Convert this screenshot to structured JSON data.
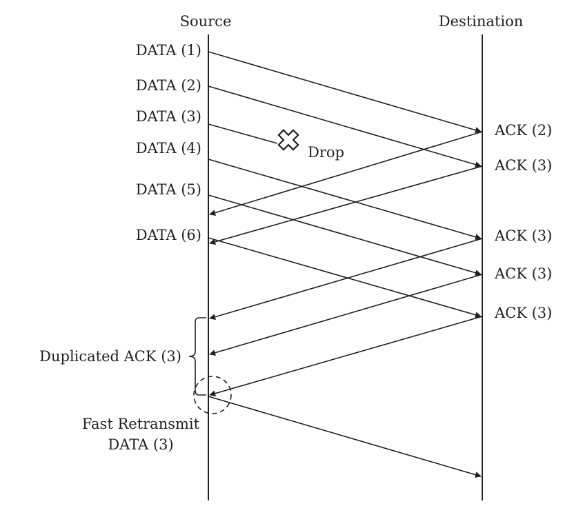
{
  "headers": {
    "source": "Source",
    "destination": "Destination"
  },
  "data_labels": [
    "DATA (1)",
    "DATA (2)",
    "DATA (3)",
    "DATA (4)",
    "DATA (5)",
    "DATA (6)"
  ],
  "ack_labels": [
    "ACK (2)",
    "ACK (3)",
    "ACK (3)",
    "ACK (3)",
    "ACK (3)"
  ],
  "drop_label": "Drop",
  "duplicated_label": "Duplicated ACK (3)",
  "fast_retransmit": {
    "line1": "Fast Retransmit",
    "line2": "DATA (3)"
  }
}
